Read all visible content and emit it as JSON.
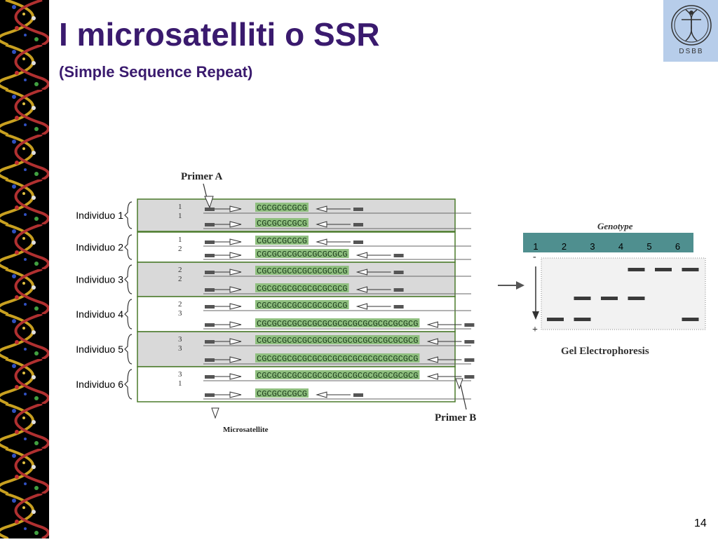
{
  "slide": {
    "title": "I microsatelliti o SSR",
    "subtitle": "(Simple Sequence Repeat)",
    "page_number": "14",
    "logo_text": "DSBB"
  },
  "diagram": {
    "primer_a": "Primer A",
    "primer_b": "Primer B",
    "microsatellite": "Microsatellite",
    "individuals": [
      {
        "label": "Individuo 1",
        "alleles": [
          "1",
          "1"
        ],
        "shaded": true,
        "seqs": [
          "CGCGCGCGCG",
          "CGCGCGCGCG"
        ]
      },
      {
        "label": "Individuo 2",
        "alleles": [
          "1",
          "2"
        ],
        "shaded": false,
        "seqs": [
          "CGCGCGCGCG",
          "CGCGCGCGCGCGCGCGCG"
        ]
      },
      {
        "label": "Individuo 3",
        "alleles": [
          "2",
          "2"
        ],
        "shaded": true,
        "seqs": [
          "CGCGCGCGCGCGCGCGCG",
          "CGCGCGCGCGCGCGCGCG"
        ]
      },
      {
        "label": "Individuo 4",
        "alleles": [
          "2",
          "3"
        ],
        "shaded": false,
        "seqs": [
          "CGCGCGCGCGCGCGCGCG",
          "CGCGCGCGCGCGCGCGCGCGCGCGCGCGCGCG"
        ]
      },
      {
        "label": "Individuo 5",
        "alleles": [
          "3",
          "3"
        ],
        "shaded": true,
        "seqs": [
          "CGCGCGCGCGCGCGCGCGCGCGCGCGCGCGCG",
          "CGCGCGCGCGCGCGCGCGCGCGCGCGCGCGCG"
        ]
      },
      {
        "label": "Individuo 6",
        "alleles": [
          "3",
          "1"
        ],
        "shaded": false,
        "seqs": [
          "CGCGCGCGCGCGCGCGCGCGCGCGCGCGCGCG",
          "CGCGCGCGCG"
        ]
      }
    ]
  },
  "gel": {
    "genotype_label": "Genotype",
    "title": "Gel Electrophoresis",
    "lanes": [
      "1",
      "2",
      "3",
      "4",
      "5",
      "6"
    ],
    "minus": "-",
    "plus": "+",
    "bands_by_lane": [
      [
        "1"
      ],
      [
        "1",
        "2"
      ],
      [
        "2"
      ],
      [
        "2",
        "3"
      ],
      [
        "3"
      ],
      [
        "3",
        "1"
      ]
    ]
  },
  "colors": {
    "title": "#3a1a6e",
    "row_shade": "#d9d9d9",
    "row_border": "#4a7a2a",
    "lane_header": "#4f8f8f",
    "seq_highlight": "#8fbf7f",
    "logo_bg": "#b7cdea"
  }
}
